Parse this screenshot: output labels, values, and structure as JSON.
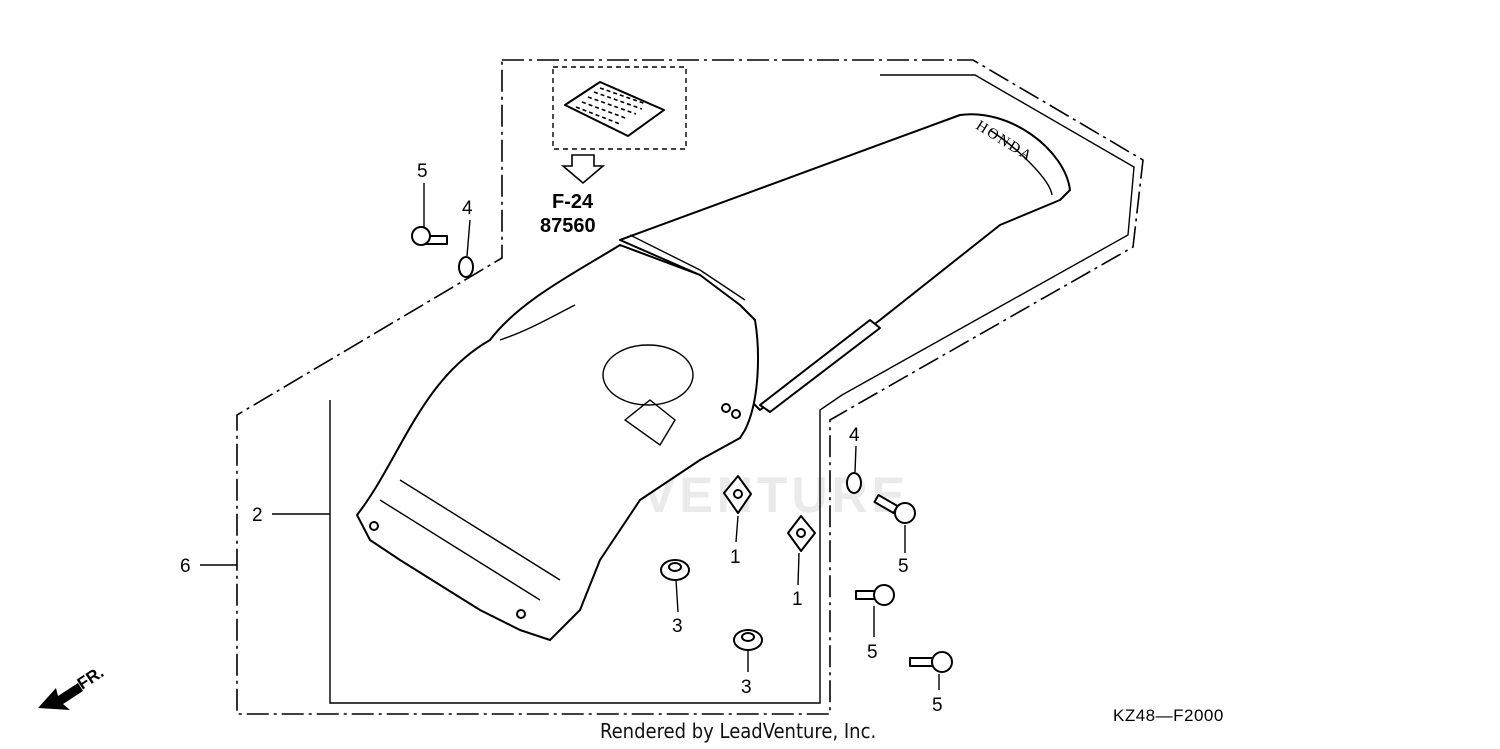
{
  "diagram": {
    "reference_label": "F-24",
    "reference_number": "87560",
    "brand_text": "HONDA",
    "direction_label": "FR.",
    "watermark": "LEADVENTURE",
    "footer_text": "Rendered by LeadVenture, Inc.",
    "diagram_code": "KZ48—F2000"
  },
  "callouts": [
    {
      "id": "c1a",
      "label": "1"
    },
    {
      "id": "c1b",
      "label": "1"
    },
    {
      "id": "c2",
      "label": "2"
    },
    {
      "id": "c3a",
      "label": "3"
    },
    {
      "id": "c3b",
      "label": "3"
    },
    {
      "id": "c4a",
      "label": "4"
    },
    {
      "id": "c4b",
      "label": "4"
    },
    {
      "id": "c5a",
      "label": "5"
    },
    {
      "id": "c5b",
      "label": "5"
    },
    {
      "id": "c5c",
      "label": "5"
    },
    {
      "id": "c5d",
      "label": "5"
    },
    {
      "id": "c6",
      "label": "6"
    }
  ]
}
